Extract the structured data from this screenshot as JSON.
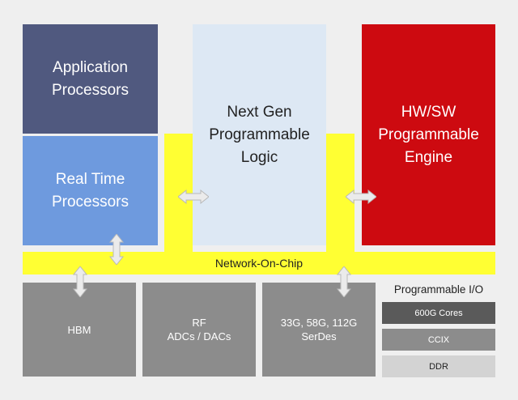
{
  "network_on_chip": {
    "label": "Network-On-Chip"
  },
  "blocks": {
    "application_processors": "Application\nProcessors",
    "real_time_processors": "Real Time\nProcessors",
    "programmable_logic": "Next Gen\nProgrammable\nLogic",
    "hw_sw_engine": "HW/SW\nProgrammable\nEngine",
    "hbm": "HBM",
    "rf_converters": "RF\nADCs / DACs",
    "serdes": "33G, 58G, 112G\nSerDes"
  },
  "programmable_io": {
    "title": "Programmable I/O",
    "items": [
      "600G Cores",
      "CCIX",
      "DDR"
    ]
  },
  "colors": {
    "noc": "#ffff33",
    "application_processors": "#50597f",
    "real_time_processors": "#6e9ade",
    "programmable_logic": "#dde8f4",
    "hw_sw_engine": "#cd0a10",
    "peripheral": "#8c8c8c"
  }
}
